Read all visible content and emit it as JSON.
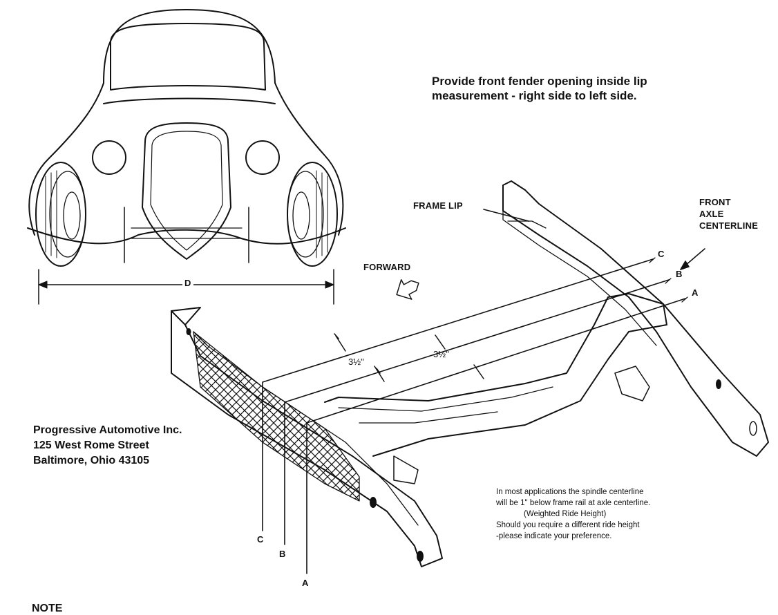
{
  "instruction": {
    "line1": "Provide front fender opening inside lip",
    "line2": "measurement - right side to left side."
  },
  "labels": {
    "frame_lip": "FRAME LIP",
    "front_axle_1": "FRONT",
    "front_axle_2": "AXLE",
    "front_axle_3": "CENTERLINE",
    "forward": "FORWARD",
    "dimension_d": "D",
    "offset_1": "3½\"",
    "offset_2": "3½\"",
    "line_c_top": "C",
    "line_b_top": "B",
    "line_a_top": "A",
    "line_c_bottom": "C",
    "line_b_bottom": "B",
    "line_a_bottom": "A"
  },
  "address": {
    "line1": "Progressive Automotive Inc.",
    "line2": "125 West Rome Street",
    "line3": "Baltimore, Ohio 43105"
  },
  "ride_note": {
    "line1": "In most applications the spindle centerline",
    "line2": "will be 1\" below frame rail at axle centerline.",
    "line3": "(Weighted Ride Height)",
    "line4": "Should you require a different ride height",
    "line5": "-please indicate your preference."
  },
  "footer": {
    "note": "NOTE"
  }
}
